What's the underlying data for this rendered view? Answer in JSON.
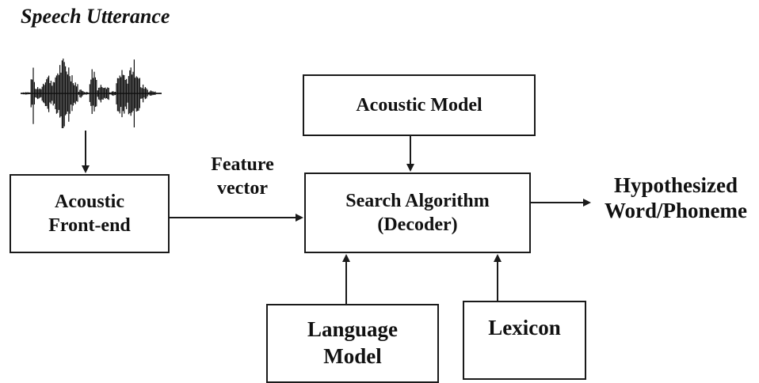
{
  "title": "Speech Utterance",
  "boxes": {
    "acoustic_model": "Acoustic Model",
    "search_line1": "Search Algorithm",
    "search_line2": "(Decoder)",
    "frontend_line1": "Acoustic",
    "frontend_line2": "Front-end",
    "language_model_line1": "Language",
    "language_model_line2": "Model",
    "lexicon": "Lexicon"
  },
  "labels": {
    "feature_line1": "Feature",
    "feature_line2": "vector",
    "output_line1": "Hypothesized",
    "output_line2": "Word/Phoneme"
  },
  "colors": {
    "stroke": "#1a1a1a",
    "background": "#ffffff"
  },
  "icons": [
    "speech-waveform-icon"
  ]
}
